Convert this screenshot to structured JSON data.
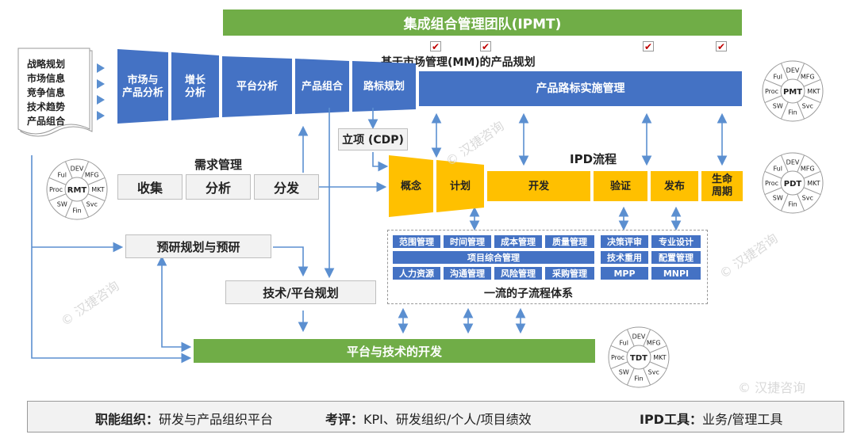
{
  "ipmt": "集成组合管理团队(IPMT)",
  "mm_title": "基于市场管理(MM)的产品规划",
  "docs": [
    "战略规划",
    "市场信息",
    "竞争信息",
    "技术趋势",
    "产品组合"
  ],
  "mm_stages": [
    "市场与\n产品分析",
    "增长\n分析",
    "平台分析",
    "产品组合",
    "路标规划"
  ],
  "roadmap_impl": "产品路标实施管理",
  "cdp": "立项 (CDP)",
  "req_title": "需求管理",
  "req_steps": [
    "收集",
    "分析",
    "分发"
  ],
  "ipd_title": "IPD流程",
  "ipd_stages": [
    "概念",
    "计划",
    "开发",
    "验证",
    "发布",
    "生命\n周期"
  ],
  "pre_research": "预研规划与预研",
  "tech_plan": "技术/平台规划",
  "platform_dev": "平台与技术的开发",
  "sub_title": "一流的子流程体系",
  "sub_row1": [
    "范围管理",
    "时间管理",
    "成本管理",
    "质量管理"
  ],
  "sub_row2": "项目综合管理",
  "sub_row3": [
    "人力资源",
    "沟通管理",
    "风险管理",
    "采购管理"
  ],
  "sub_right": [
    "决策评审",
    "专业设计",
    "技术重用",
    "配置管理",
    "MPP",
    "MNPI"
  ],
  "wheels": [
    {
      "center": "PMT",
      "seg": [
        "DEV",
        "MFG",
        "MKT",
        "Svc",
        "Fin",
        "SW",
        "Proc",
        "Ful"
      ]
    },
    {
      "center": "PDT",
      "seg": [
        "DEV",
        "MFG",
        "MKT",
        "Svc",
        "Fin",
        "SW",
        "Proc",
        "Ful"
      ]
    },
    {
      "center": "RMT",
      "seg": [
        "DEV",
        "MFG",
        "MKT",
        "Svc",
        "Fin",
        "SW",
        "Proc",
        "Ful"
      ]
    },
    {
      "center": "TDT",
      "seg": [
        "DEV",
        "MFG",
        "MKT",
        "Svc",
        "Fin",
        "SW",
        "Proc",
        "Ful"
      ]
    }
  ],
  "watermark": "© 汉捷咨询",
  "footer": {
    "a_label": "职能组织：",
    "a_text": "研发与产品组织平台",
    "b_label": "考评：",
    "b_text": "KPI、研发组织/个人/项目绩效",
    "c_label": "IPD工具：",
    "c_text": "业务/管理工具"
  },
  "colors": {
    "blue": "#4472c4",
    "green": "#70ad47",
    "yellow": "#ffc000",
    "arrow": "#5b8fd0"
  }
}
